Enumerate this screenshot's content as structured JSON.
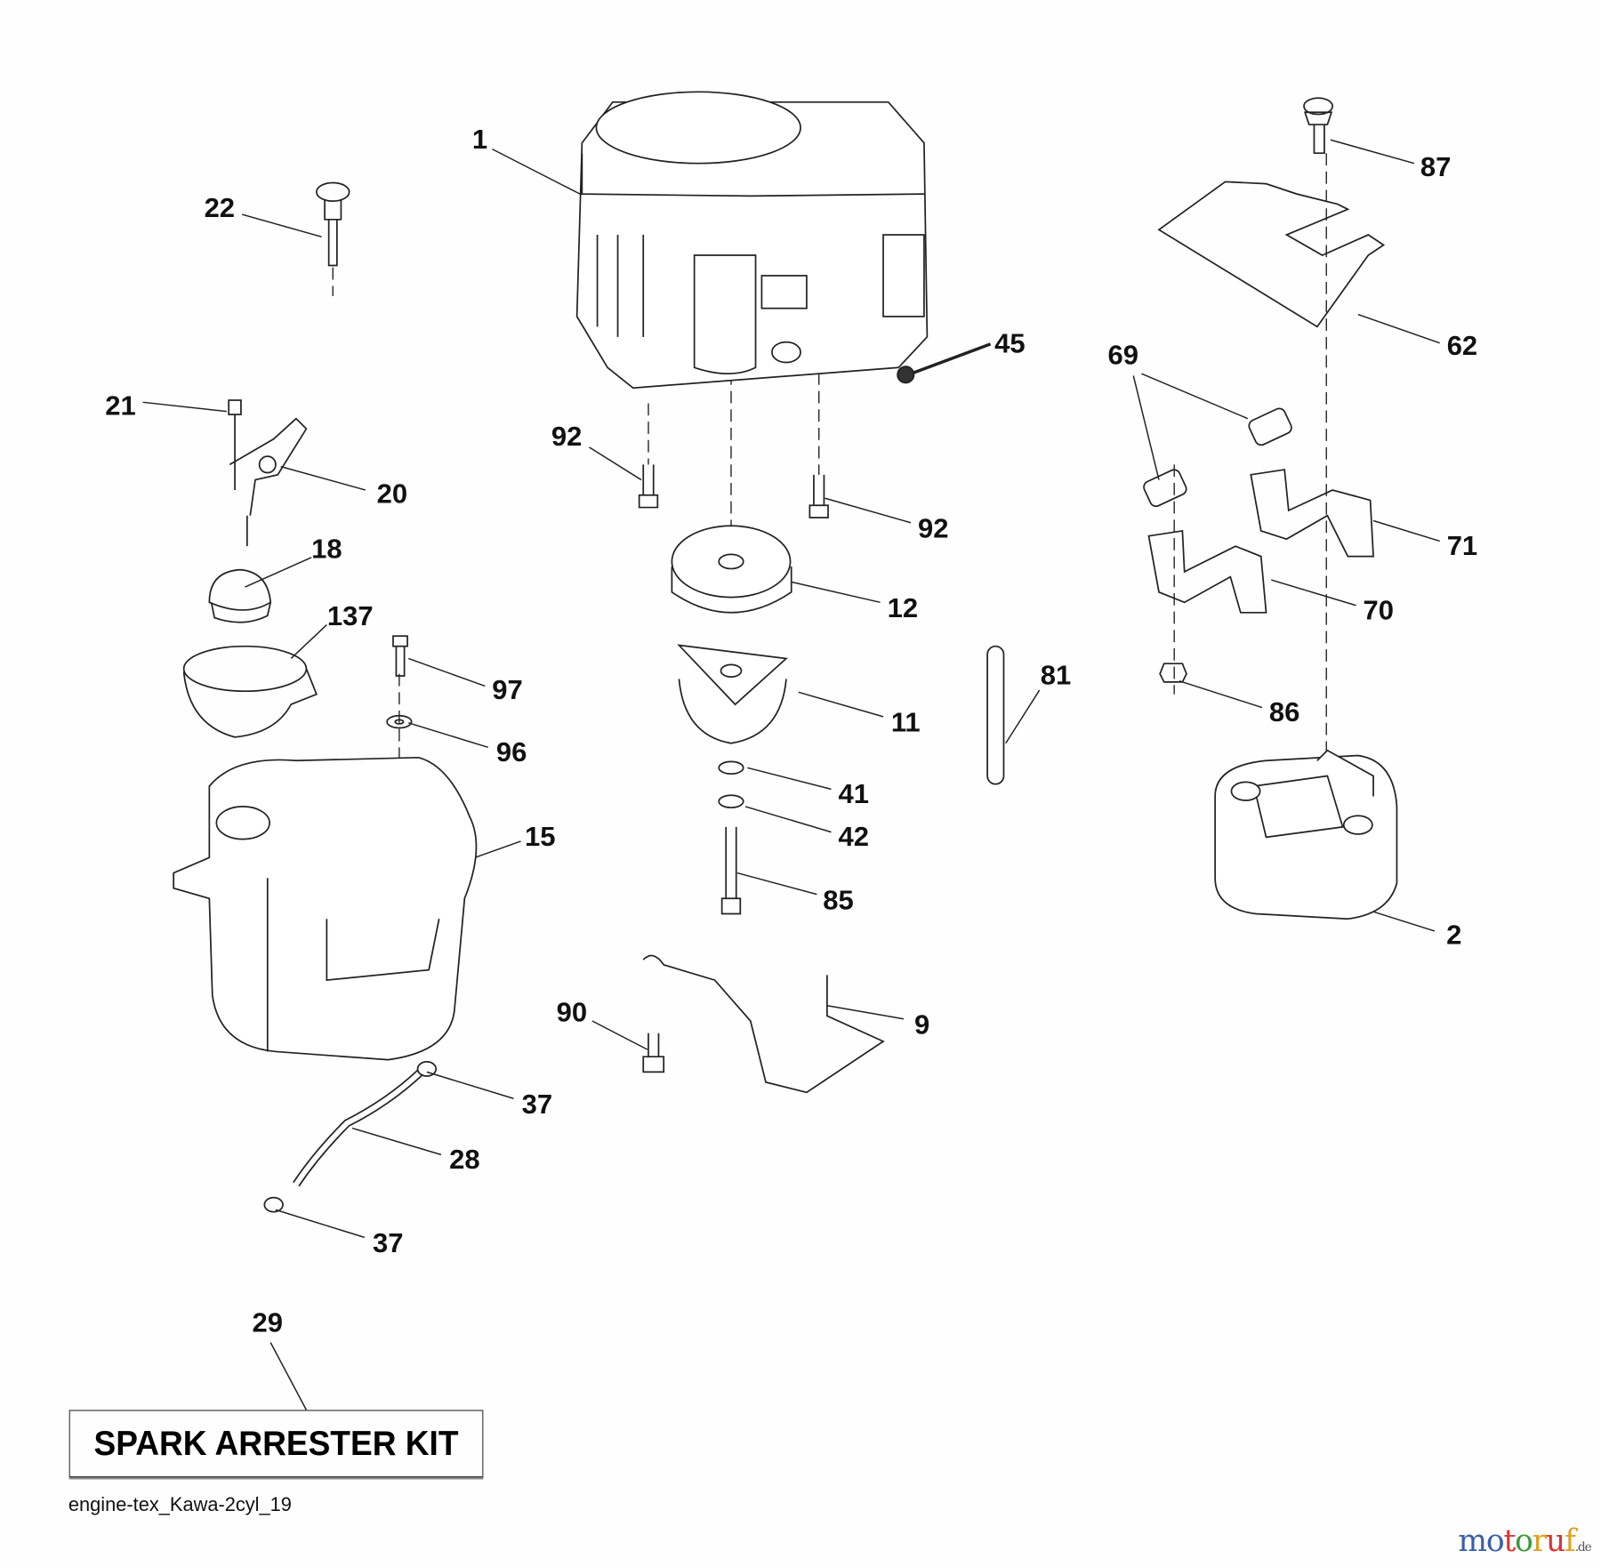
{
  "diagram": {
    "labels": [
      "1",
      "22",
      "21",
      "20",
      "18",
      "137",
      "97",
      "96",
      "15",
      "37",
      "28",
      "37",
      "29",
      "92",
      "92",
      "12",
      "11",
      "41",
      "42",
      "85",
      "90",
      "9",
      "45",
      "81",
      "87",
      "62",
      "69",
      "71",
      "70",
      "86",
      "2"
    ],
    "kit_label": "SPARK ARRESTER KIT",
    "drawing_code": "engine-tex_Kawa-2cyl_19",
    "watermark": {
      "parts": [
        "m",
        "o",
        "t",
        "o",
        "r",
        "u",
        "f"
      ],
      "suffix": ".de",
      "colors": [
        "#3a5fa8",
        "#3a5fa8",
        "#d33",
        "#3a9a3a",
        "#e0a020",
        "#d33",
        "#e0a020"
      ]
    }
  }
}
